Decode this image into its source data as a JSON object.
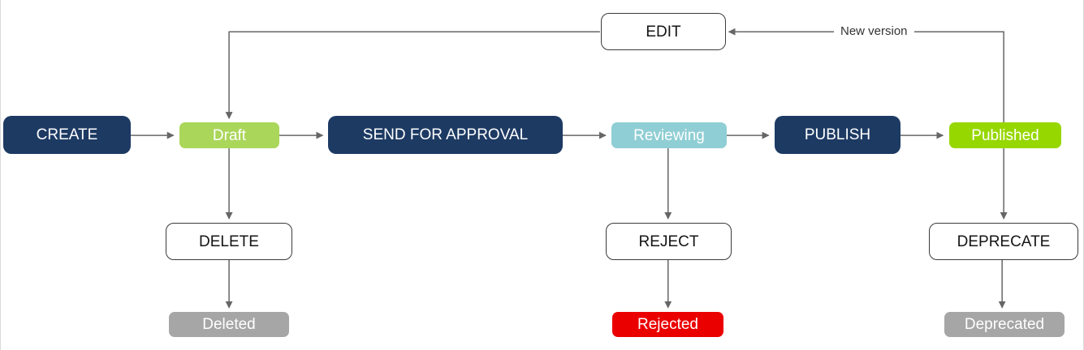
{
  "nodes": {
    "create": {
      "label": "CREATE",
      "kind": "action",
      "color": "#1d3a63",
      "text_color": "#ffffff"
    },
    "draft": {
      "label": "Draft",
      "kind": "state",
      "color": "#aad65a",
      "text_color": "#ffffff"
    },
    "send": {
      "label": "SEND FOR APPROVAL",
      "kind": "action",
      "color": "#1d3a63",
      "text_color": "#ffffff"
    },
    "reviewing": {
      "label": "Reviewing",
      "kind": "state",
      "color": "#8fced4",
      "text_color": "#ffffff"
    },
    "publish": {
      "label": "PUBLISH",
      "kind": "action",
      "color": "#1d3a63",
      "text_color": "#ffffff"
    },
    "published": {
      "label": "Published",
      "kind": "state",
      "color": "#97d700",
      "text_color": "#ffffff"
    },
    "edit": {
      "label": "EDIT",
      "kind": "action",
      "color": "#ffffff",
      "text_color": "#141414"
    },
    "delete": {
      "label": "DELETE",
      "kind": "action",
      "color": "#ffffff",
      "text_color": "#141414"
    },
    "reject": {
      "label": "REJECT",
      "kind": "action",
      "color": "#ffffff",
      "text_color": "#141414"
    },
    "deprecate": {
      "label": "DEPRECATE",
      "kind": "action",
      "color": "#ffffff",
      "text_color": "#141414"
    },
    "deleted": {
      "label": "Deleted",
      "kind": "state",
      "color": "#a6a6a6",
      "text_color": "#ffffff"
    },
    "rejected": {
      "label": "Rejected",
      "kind": "state",
      "color": "#eb0000",
      "text_color": "#ffffff"
    },
    "deprecated": {
      "label": "Deprecated",
      "kind": "state",
      "color": "#a6a6a6",
      "text_color": "#ffffff"
    }
  },
  "edges": {
    "new_version_label": "New version"
  },
  "colors": {
    "connector": "#666666",
    "action_border": "#3b3b3b",
    "background": "#ffffff"
  }
}
